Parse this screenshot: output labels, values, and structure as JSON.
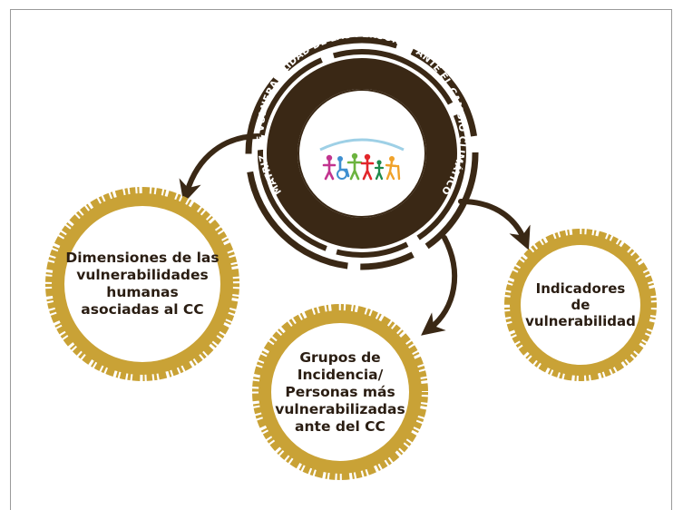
{
  "diagram": {
    "center_title": "MATRIZ DE VULNERABILIDAD DE LAS PERSONAS ANTE EL CAMBIO CLIMÁTICO",
    "nodes": [
      {
        "id": "dimensiones",
        "label": "Dimensiones de las\nvulnerabilidades\nhumanas\nasociadas al CC"
      },
      {
        "id": "grupos",
        "label": "Grupos de\nIncidencia/\nPersonas más\nvulnerabilizadas\nante del CC"
      },
      {
        "id": "indicadores",
        "label": "Indicadores de\nvulnerabilidad"
      }
    ],
    "edges": [
      {
        "from": "center",
        "to": "dimensiones"
      },
      {
        "from": "center",
        "to": "grupos"
      },
      {
        "from": "center",
        "to": "indicadores"
      }
    ]
  },
  "colors": {
    "dark_brown": "#3a2815",
    "gold": "#c9a236",
    "gold_light": "#e0c36a",
    "text": "#2a1d12",
    "figures": [
      "#c2348f",
      "#3e8fd0",
      "#6cb33f",
      "#e2262a",
      "#1f8a4c",
      "#f0a22a"
    ]
  },
  "icons": [
    "people-with-disability-logo-icon"
  ]
}
